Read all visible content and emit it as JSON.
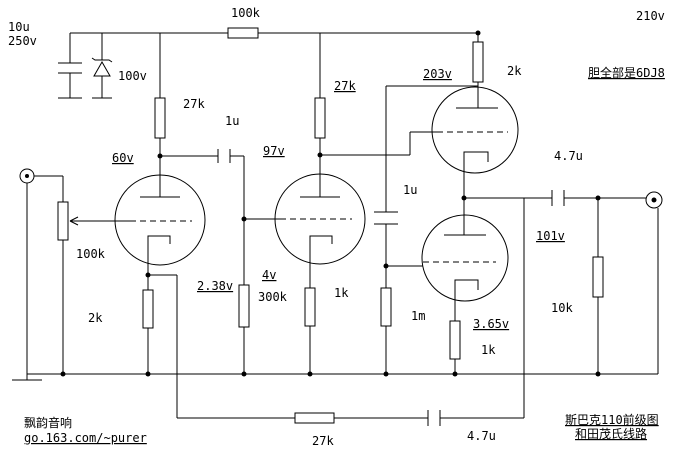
{
  "labels": {
    "cap_main_value": "10u",
    "cap_main_voltage": "250v",
    "r_supply_100k": "100k",
    "b_plus_210v": "210v",
    "zener_100v": "100v",
    "r_plate1_27k": "27k",
    "c_couple1_1u": "1u",
    "v_plate1_60v": "60v",
    "v_plate2_97v": "97v",
    "r_plate2_27k": "27k",
    "v_203v": "203v",
    "r_2k_top": "2k",
    "tube_note": "胆全部是6DJ8",
    "c_couple2_1u": "1u",
    "c_out_4_7u": "4.7u",
    "r_vol_100k": "100k",
    "v_cath1_2_38v": "2.38v",
    "v_cath2_4v": "4v",
    "r_grid2_300k": "300k",
    "r_cath2_1k": "1k",
    "v_out_101v": "101v",
    "r_cath1_2k": "2k",
    "r_grid3_1m": "1m",
    "v_cath3_3_65v": "3.65v",
    "r_load_10k": "10k",
    "r_cath3_1k": "1k",
    "r_fb_27k": "27k",
    "c_fb_4_7u": "4.7u",
    "brand": "飘韵音响",
    "url": "go.163.com/~purer",
    "title_line1": "斯巴克110前级图",
    "title_line2": "和田茂氏线路"
  }
}
